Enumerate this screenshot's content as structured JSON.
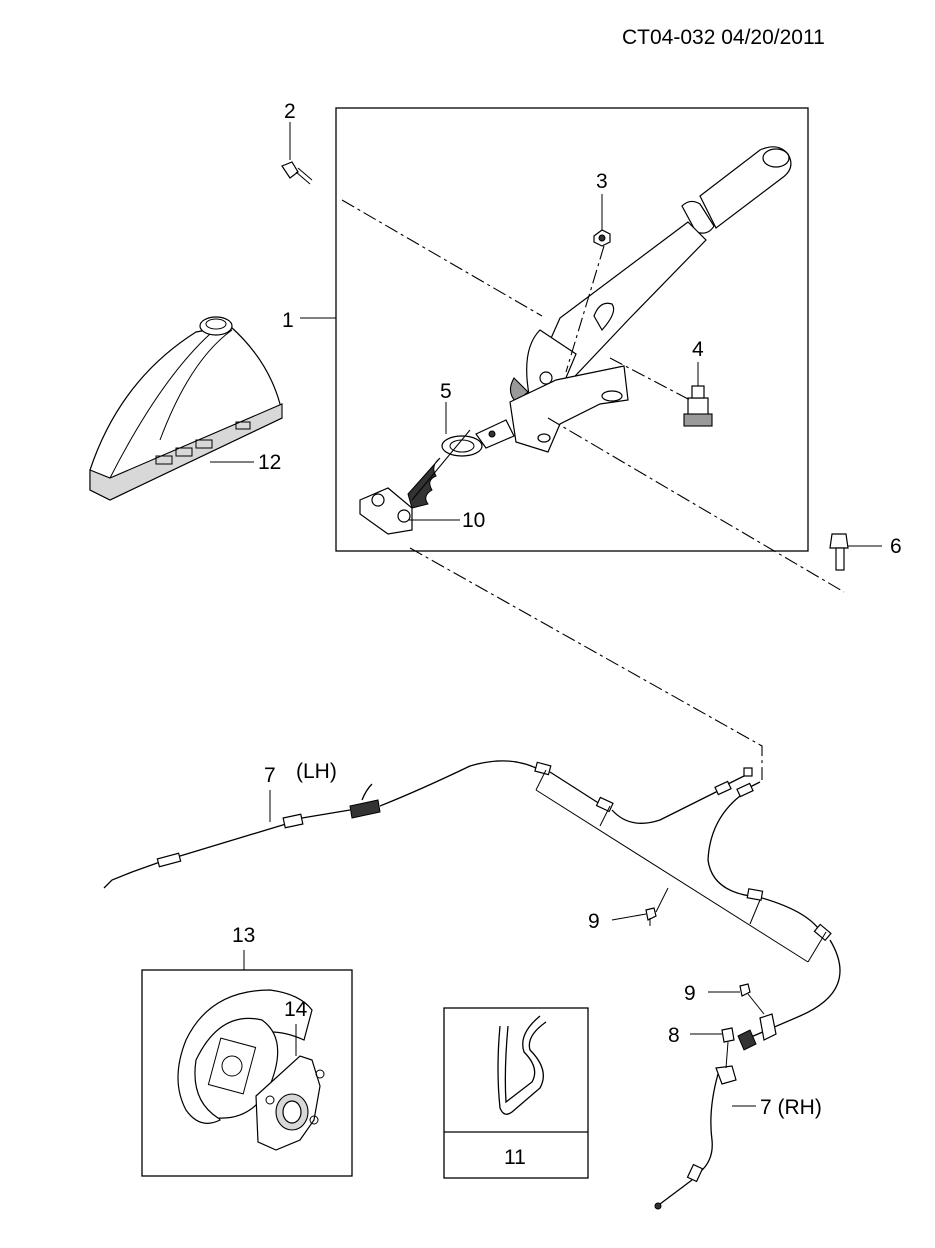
{
  "doc_code": "CT04-032 04/20/2011",
  "labels": {
    "p1": "1",
    "p2": "2",
    "p3": "3",
    "p4": "4",
    "p5": "5",
    "p6": "6",
    "p7_lh_num": "7",
    "p7_lh_side": "(LH)",
    "p7_rh": "7 (RH)",
    "p8": "8",
    "p9a": "9",
    "p9b": "9",
    "p10": "10",
    "p11": "11",
    "p12": "12",
    "p13": "13",
    "p14": "14"
  }
}
